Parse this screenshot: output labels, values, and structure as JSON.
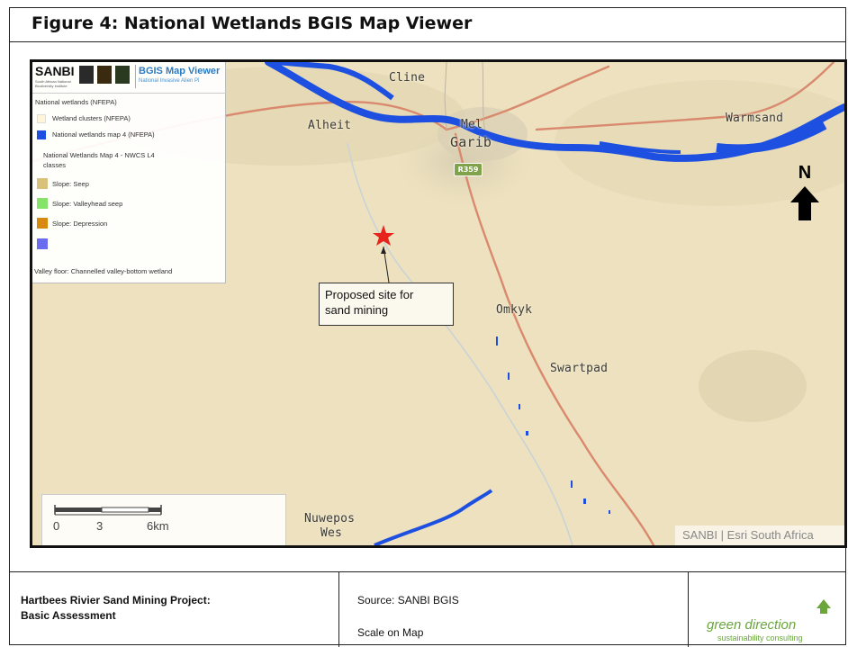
{
  "figure": {
    "title": "Figure 4:  National Wetlands  BGIS Map Viewer"
  },
  "map": {
    "places": {
      "cline": "Cline",
      "alheit": "Alheit",
      "mel": "Mel",
      "garib": "Garib",
      "warmsand": "Warmsand",
      "omkyk": "Omkyk",
      "swartpad": "Swartpad",
      "nuwepos": "Nuwepos",
      "wes": "Wes"
    },
    "road_shield": "R359",
    "north_label": "N",
    "site_callout": {
      "line1": "Proposed site for",
      "line2": "sand mining"
    },
    "site_marker": "red-star-icon",
    "attribution": "SANBI | Esri South Africa",
    "scalebar": {
      "labels": [
        "0",
        "3",
        "6km"
      ]
    },
    "colors": {
      "wetland_blue": "#1d4fe0",
      "road": "#d98a6e",
      "terrain": "#ede1bf",
      "site_marker": "#e8231b"
    }
  },
  "legend": {
    "sanbi_logo_text": "SANBI",
    "sanbi_subtext": "South African National Biodiversity Institute",
    "viewer_title": "BGIS Map Viewer",
    "viewer_subtitle": "National Invasive Alien Pl",
    "heading1": "National wetlands (NFEPA)",
    "items1": [
      {
        "label": "Wetland clusters (NFEPA)",
        "color": "#fff6da"
      },
      {
        "label": "National wetlands map 4 (NFEPA)",
        "color": "#1d4fe0"
      }
    ],
    "heading2_line1": "National Wetlands Map 4 - NWCS L4",
    "heading2_line2": "classes",
    "items2": [
      {
        "label": "Slope: Seep",
        "color": "#d8c27a"
      },
      {
        "label": "Slope: Valleyhead seep",
        "color": "#86e36a"
      },
      {
        "label": "Slope: Depression",
        "color": "#d88a10"
      },
      {
        "label": "",
        "color": "#6a6cf0"
      }
    ],
    "last_label": "Valley floor: Channelled valley-bottom wetland"
  },
  "footer": {
    "project_line1": "Hartbees Rivier Sand Mining Project:",
    "project_line2": "Basic Assessment",
    "source": "Source:  SANBI BGIS",
    "scale": "Scale on Map",
    "company_name": "green direction",
    "company_tagline": "sustainability consulting"
  }
}
